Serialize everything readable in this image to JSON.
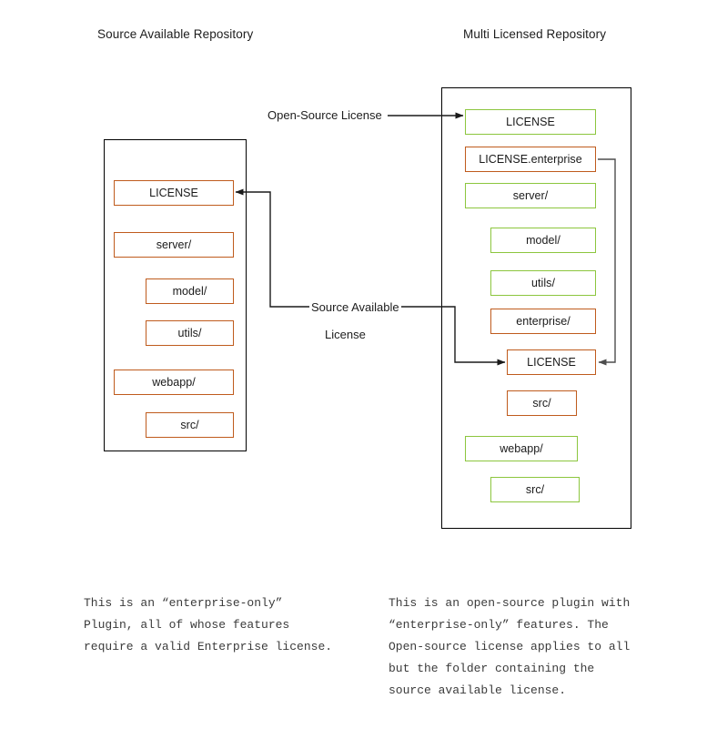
{
  "diagram": {
    "title_left": "Source Available Repository",
    "title_right": "Multi Licensed Repository",
    "colors": {
      "open_source_green": "#8cc63e",
      "source_available_orange": "#bf5b1d",
      "container_border": "#000000",
      "connector": "#1a1a1a",
      "background": "#ffffff"
    }
  },
  "left_repo": {
    "title": "Source Available Repository",
    "nodes": [
      {
        "label": "LICENSE",
        "color": "orange",
        "indent": 0
      },
      {
        "label": "server/",
        "color": "orange",
        "indent": 0
      },
      {
        "label": "model/",
        "color": "orange",
        "indent": 1
      },
      {
        "label": "utils/",
        "color": "orange",
        "indent": 1
      },
      {
        "label": "webapp/",
        "color": "orange",
        "indent": 0
      },
      {
        "label": "src/",
        "color": "orange",
        "indent": 1
      }
    ]
  },
  "right_repo": {
    "title": "Multi Licensed Repository",
    "nodes": [
      {
        "label": "LICENSE",
        "color": "green",
        "indent": 0
      },
      {
        "label": "LICENSE.enterprise",
        "color": "orange",
        "indent": 0
      },
      {
        "label": "server/",
        "color": "green",
        "indent": 0
      },
      {
        "label": "model/",
        "color": "green",
        "indent": 1
      },
      {
        "label": "utils/",
        "color": "green",
        "indent": 1
      },
      {
        "label": "enterprise/",
        "color": "orange",
        "indent": 1
      },
      {
        "label": "LICENSE",
        "color": "orange",
        "indent": 2
      },
      {
        "label": "src/",
        "color": "orange",
        "indent": 2
      },
      {
        "label": "webapp/",
        "color": "green",
        "indent": 0
      },
      {
        "label": "src/",
        "color": "green",
        "indent": 1
      }
    ]
  },
  "connectors": {
    "open_source_license_label": "Open-Source License",
    "source_available_license_line1": "Source Available",
    "source_available_license_line2": "License"
  },
  "captions": {
    "left": "This is an “enterprise-only”\nPlugin, all of whose features\nrequire a valid Enterprise license.",
    "right": "This is an open-source plugin with\n“enterprise-only” features. The\nOpen-source license applies to all\nbut the folder containing the\nsource available license."
  }
}
